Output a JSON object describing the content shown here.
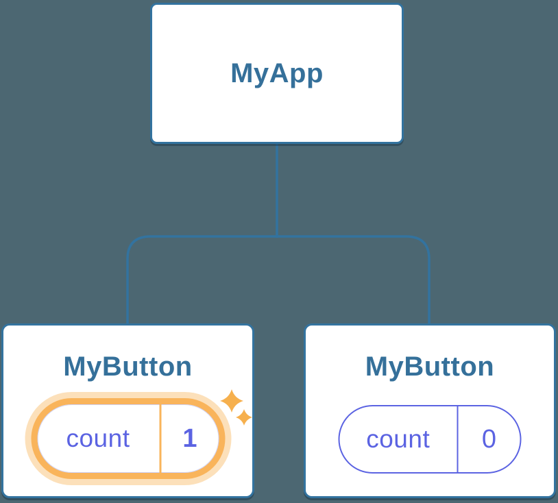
{
  "colors": {
    "background": "#4C6772",
    "line_blue": "#33739F",
    "heading_blue": "#35709A",
    "state_indigo": "#5B63E2",
    "highlight_orange": "#F9B45B",
    "highlight_glow": "rgba(249,180,91,0.42)",
    "sparkle_orange": "#F6B04E",
    "node_fill": "#FFFFFF"
  },
  "diagram": {
    "type": "component-tree",
    "root": {
      "label": "MyApp"
    },
    "children": [
      {
        "label": "MyButton",
        "state_key": "count",
        "state_value": "1",
        "highlighted": true
      },
      {
        "label": "MyButton",
        "state_key": "count",
        "state_value": "0",
        "highlighted": false
      }
    ]
  }
}
